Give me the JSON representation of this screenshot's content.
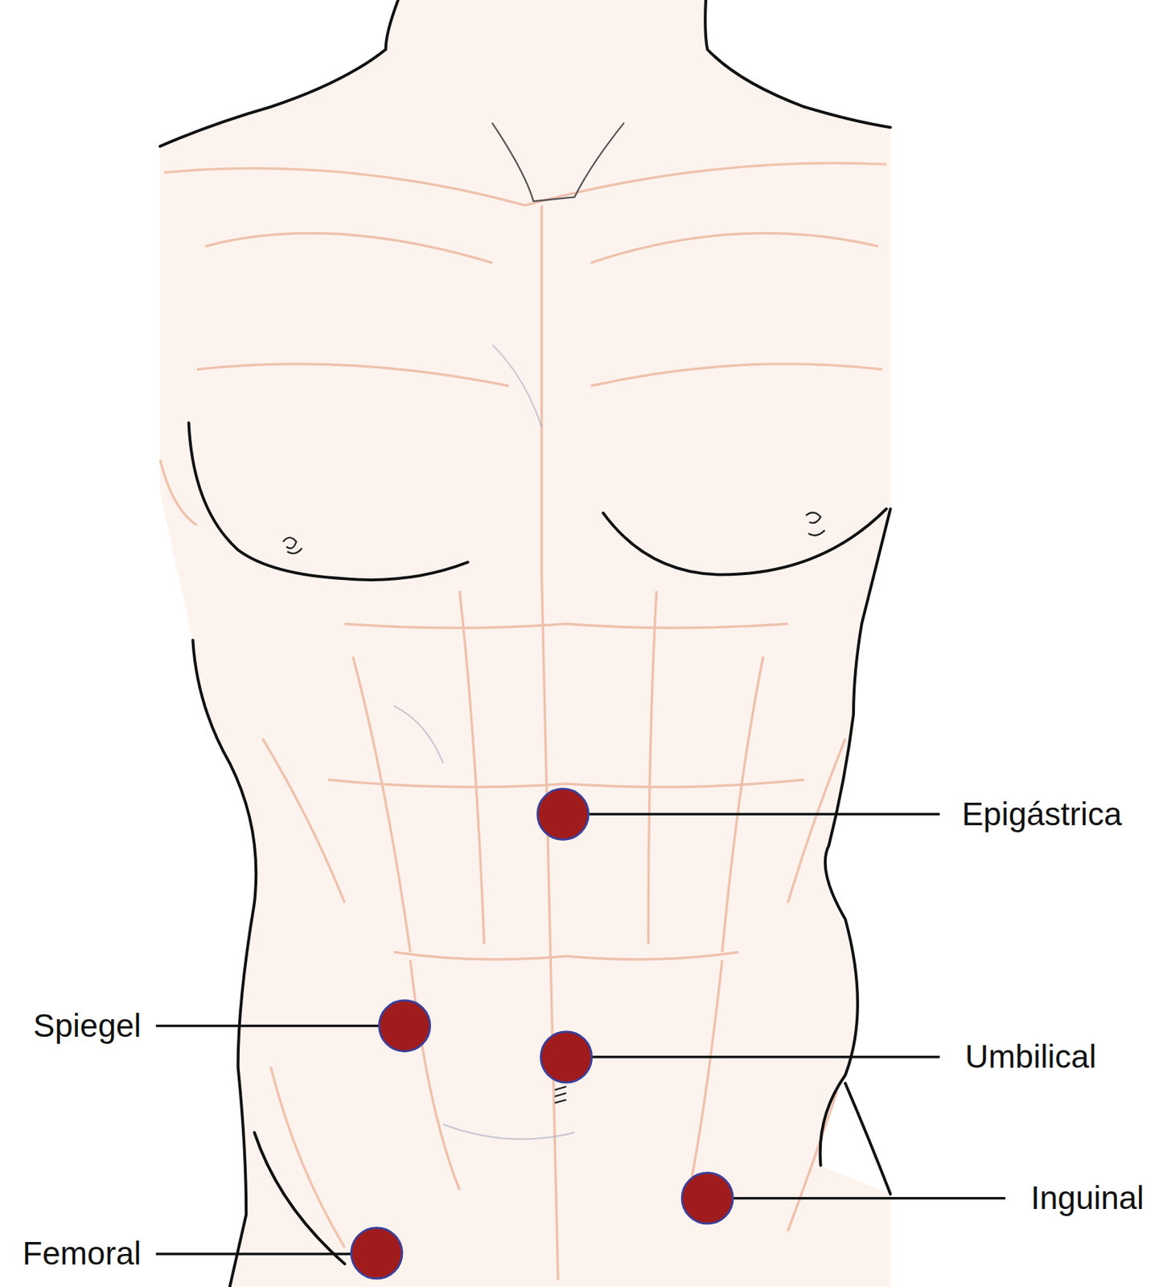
{
  "diagram": {
    "labels": [
      "Epigástrica",
      "Spiegel",
      "Umbilical",
      "Inguinal",
      "Femoral"
    ]
  }
}
